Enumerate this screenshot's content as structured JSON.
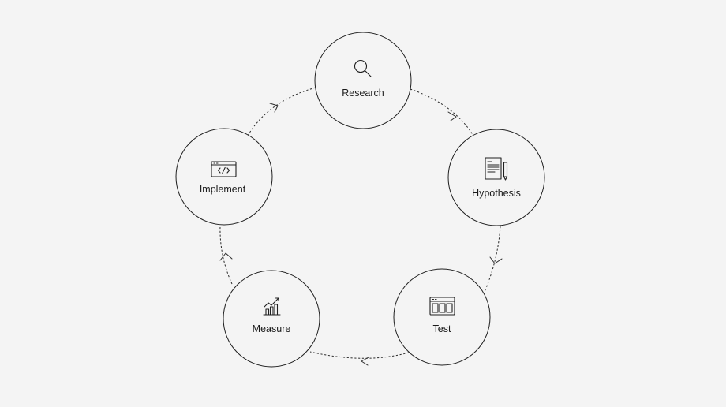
{
  "diagram": {
    "nodes": [
      {
        "id": "research",
        "label": "Research",
        "icon": "magnifier-icon"
      },
      {
        "id": "hypothesis",
        "label": "Hypothesis",
        "icon": "document-pencil-icon"
      },
      {
        "id": "test",
        "label": "Test",
        "icon": "browser-columns-icon"
      },
      {
        "id": "measure",
        "label": "Measure",
        "icon": "growth-chart-icon"
      },
      {
        "id": "implement",
        "label": "Implement",
        "icon": "code-window-icon"
      }
    ],
    "edges": [
      {
        "from": "research",
        "to": "hypothesis"
      },
      {
        "from": "hypothesis",
        "to": "test"
      },
      {
        "from": "test",
        "to": "measure"
      },
      {
        "from": "measure",
        "to": "implement"
      },
      {
        "from": "implement",
        "to": "research"
      }
    ],
    "colors": {
      "background": "#f4f4f4",
      "stroke": "#1f1f1f",
      "text": "#1a1a1a"
    }
  }
}
